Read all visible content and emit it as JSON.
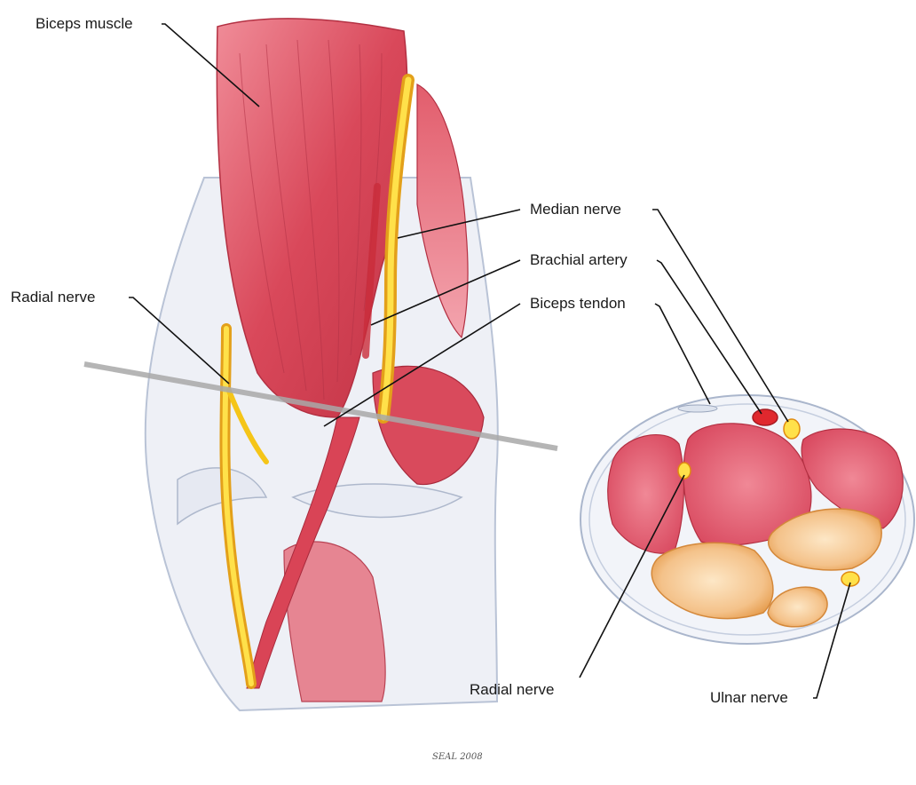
{
  "labels": {
    "biceps_muscle": "Biceps muscle",
    "median_nerve": "Median nerve",
    "brachial_artery": "Brachial artery",
    "radial_nerve_left": "Radial nerve",
    "biceps_tendon": "Biceps tendon",
    "radial_nerve_cross": "Radial nerve",
    "ulnar_nerve": "Ulnar nerve"
  },
  "signature": "SEAL 2008",
  "colors": {
    "muscle": "#d84a5a",
    "muscle_light": "#ef8a96",
    "nerve": "#f5c518",
    "nerve_edge": "#e08a10",
    "artery": "#e0282e",
    "bone": "#f3b46a",
    "bone_marrow": "#fbe0b8",
    "skin_outline": "#b9c3d6",
    "leader_line": "#111111",
    "section_plane": "#a9a9a9"
  }
}
